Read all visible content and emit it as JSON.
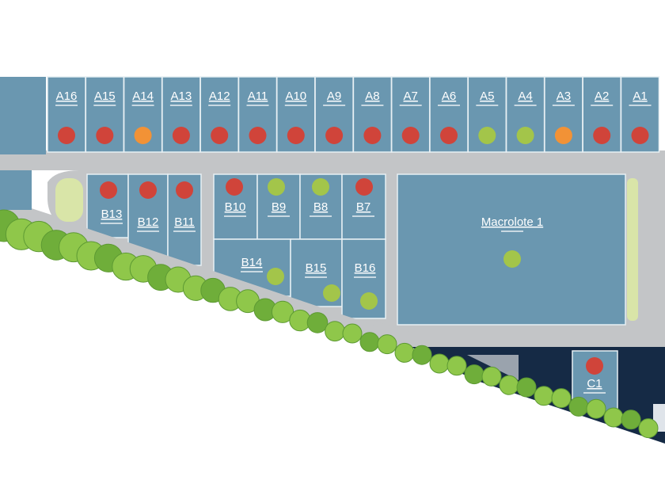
{
  "status_colors": {
    "sold": "#d0443a",
    "reserved": "#f29236",
    "available": "#a3c54a"
  },
  "lot_color": "#6a97b0",
  "lots_a": [
    {
      "id": "A16",
      "status": "sold"
    },
    {
      "id": "A15",
      "status": "sold"
    },
    {
      "id": "A14",
      "status": "reserved"
    },
    {
      "id": "A13",
      "status": "sold"
    },
    {
      "id": "A12",
      "status": "sold"
    },
    {
      "id": "A11",
      "status": "sold"
    },
    {
      "id": "A10",
      "status": "sold"
    },
    {
      "id": "A9",
      "status": "sold"
    },
    {
      "id": "A8",
      "status": "sold"
    },
    {
      "id": "A7",
      "status": "sold"
    },
    {
      "id": "A6",
      "status": "sold"
    },
    {
      "id": "A5",
      "status": "available"
    },
    {
      "id": "A4",
      "status": "available"
    },
    {
      "id": "A3",
      "status": "reserved"
    },
    {
      "id": "A2",
      "status": "sold"
    },
    {
      "id": "A1",
      "status": "sold"
    }
  ],
  "lots_b": [
    {
      "id": "B13",
      "status": "sold"
    },
    {
      "id": "B12",
      "status": "sold"
    },
    {
      "id": "B11",
      "status": "sold"
    },
    {
      "id": "B10",
      "status": "sold"
    },
    {
      "id": "B9",
      "status": "available"
    },
    {
      "id": "B8",
      "status": "available"
    },
    {
      "id": "B7",
      "status": "sold"
    },
    {
      "id": "B14",
      "status": "available"
    },
    {
      "id": "B15",
      "status": "available"
    },
    {
      "id": "B16",
      "status": "available"
    }
  ],
  "macrolote": {
    "id": "Macrolote 1",
    "status": "available"
  },
  "lot_c1": {
    "id": "C1",
    "status": "sold"
  }
}
